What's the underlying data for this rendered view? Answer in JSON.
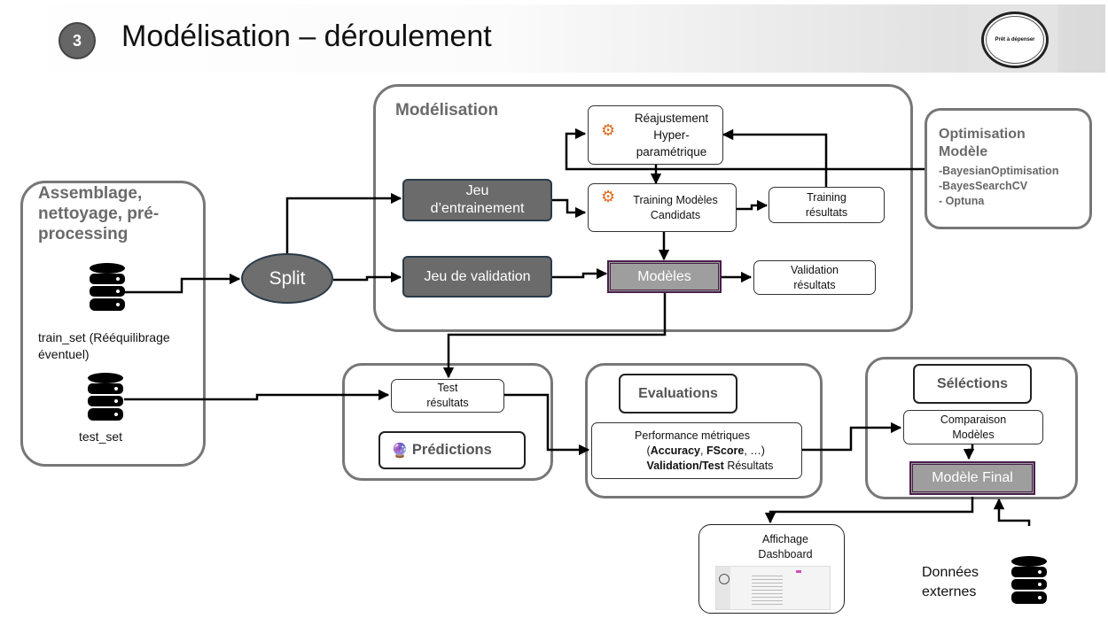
{
  "header": {
    "step_number": "3",
    "title": "Modélisation – déroulement",
    "logo_text": "Prêt à dépenser"
  },
  "assemblage": {
    "title": "Assemblage, nettoyage, pré-processing",
    "train_label": "train_set (Rééquilibrage éventuel)",
    "test_label": "test_set"
  },
  "split": {
    "label": "Split"
  },
  "modelisation": {
    "title": "Modélisation",
    "train_set_label": "Jeu d’entrainement",
    "validation_set_label": "Jeu de validation",
    "readjust_label": "Réajustement Hyper-paramétrique",
    "training_label": "Training Modèles Candidats",
    "training_results": "Training résultats",
    "models_label": "Modèles",
    "validation_results": "Validation résultats"
  },
  "optimisation": {
    "title": "Optimisation Modèle",
    "items": [
      "-BayesianOptimisation",
      "-BayesSearchCV",
      "- Optuna"
    ]
  },
  "predictions": {
    "test_results": "Test résultats",
    "title": "Prédictions"
  },
  "evaluations": {
    "title": "Evaluations",
    "line1": "Performance métriques",
    "line2_open": "(",
    "line2_b1": "Accuracy",
    "line2_mid": ", ",
    "line2_b2": "FScore",
    "line2_end": ", …)",
    "line3_bold": "Validation/Test",
    "line3_rest": " Résultats"
  },
  "selections": {
    "title": "Séléctions",
    "compare_label": "Comparaison Modèles",
    "final_label": "Modèle Final"
  },
  "dashboard": {
    "label": "Affichage Dashboard"
  },
  "external": {
    "label": "Données externes"
  },
  "colors": {
    "panel_border": "#777777",
    "dark_box": "#6b6b6b",
    "final_border": "#4a1f4a",
    "title_grey": "#6a6a6a"
  }
}
